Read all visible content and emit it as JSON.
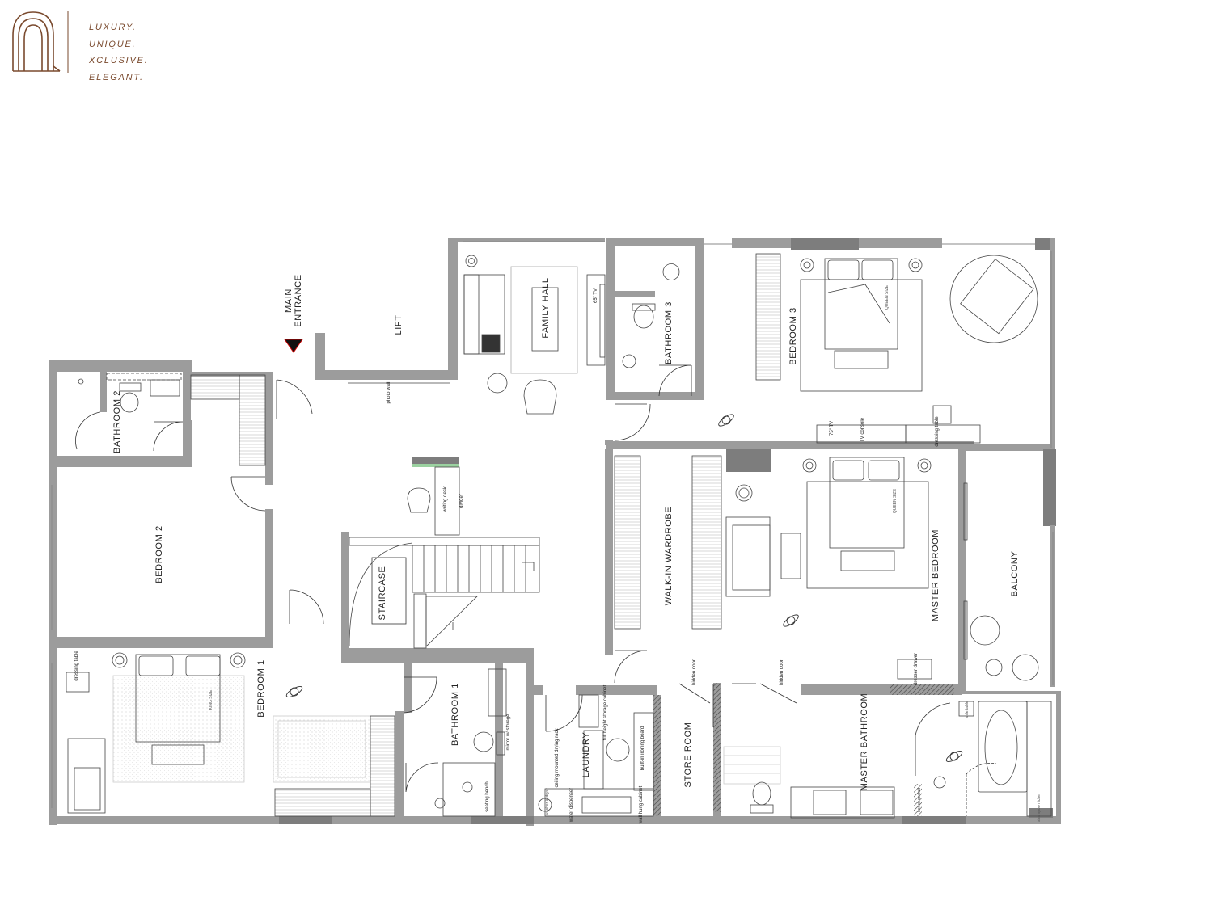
{
  "brand": {
    "logo_icon": "arch-monogram-icon",
    "brand_color": "#7a4a2e",
    "tagline": [
      "LUXURY.",
      "UNIQUE.",
      "XCLUSIVE.",
      "ELEGANT."
    ]
  },
  "plan": {
    "wall_color": "#9c9c9c",
    "dark_wall_color": "#7d7d7d",
    "rooms": {
      "family_hall": "FAMILY HALL",
      "lift": "LIFT",
      "bathroom_3": "BATHROOM 3",
      "bedroom_3": "BEDROOM 3",
      "bathroom_2": "BATHROOM 2",
      "bedroom_2": "BEDROOM 2",
      "staircase": "STAIRCASE",
      "walk_in_wardrobe": "WALK-IN WARDROBE",
      "master_bedroom": "MASTER BEDROOM",
      "balcony": "BALCONY",
      "bedroom_1": "BEDROOM 1",
      "bathroom_1": "BATHROOM 1",
      "laundry": "LAUNDRY",
      "store_room": "STORE ROOM",
      "master_bathroom": "MASTER BATHROOM"
    },
    "entrance": {
      "label_line1": "MAIN",
      "label_line2": "ENTRANCE"
    },
    "annotations": {
      "tv_65": "65\" TV",
      "tv_75": "75\" TV",
      "tv_console": "TV console",
      "dressing_table": "dressing table",
      "photo_wall": "photo wall",
      "writing_desk": "writing desk",
      "divider": "divider",
      "queen_size_1": "QUEEN SIZE",
      "queen_size_2": "QUEEN SIZE",
      "king_size": "KING SIZE",
      "hidden_door_1": "hidden door",
      "hidden_door_2": "hidden door",
      "dresser_drawer": "dresser drawer",
      "dressing_table_b1": "dressing table",
      "mirror_storage": "mirror w/ storage",
      "seating_bench": "seating bench",
      "full_height_storage": "full height storage cabinet",
      "built_in_ironing": "built-in ironing board",
      "ceiling_drying_rack": "ceiling mounted drying rack",
      "wall_hung_cabinet": "wall hung cabinet",
      "water_dispenser": "water dispenser",
      "washer_dryer": "washer & dryer",
      "side_table": "side table",
      "bench_seated": "bench seated",
      "shampoo_niche": "shampoo niche"
    }
  }
}
